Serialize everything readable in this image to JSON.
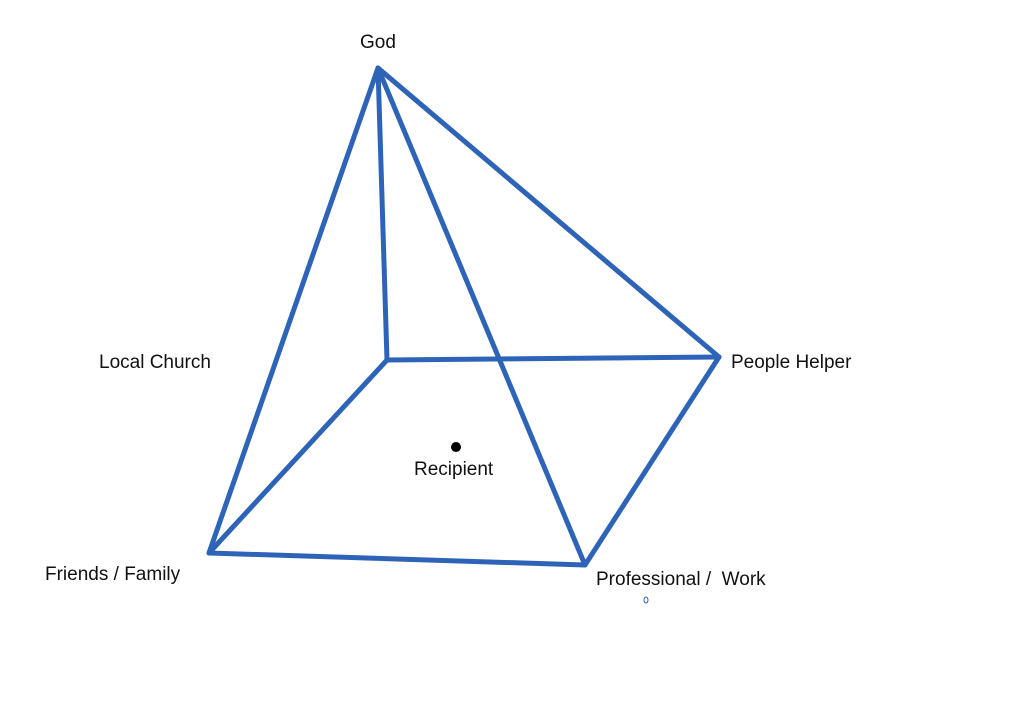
{
  "diagram": {
    "line_color": "#2e64b7",
    "dot_color": "#000000",
    "labels": {
      "god": "God",
      "people_helper": "People Helper",
      "local_church": "Local Church",
      "recipient": "Recipient",
      "friends_family": "Friends / Family",
      "professional_work": "Professional /  Work"
    }
  }
}
